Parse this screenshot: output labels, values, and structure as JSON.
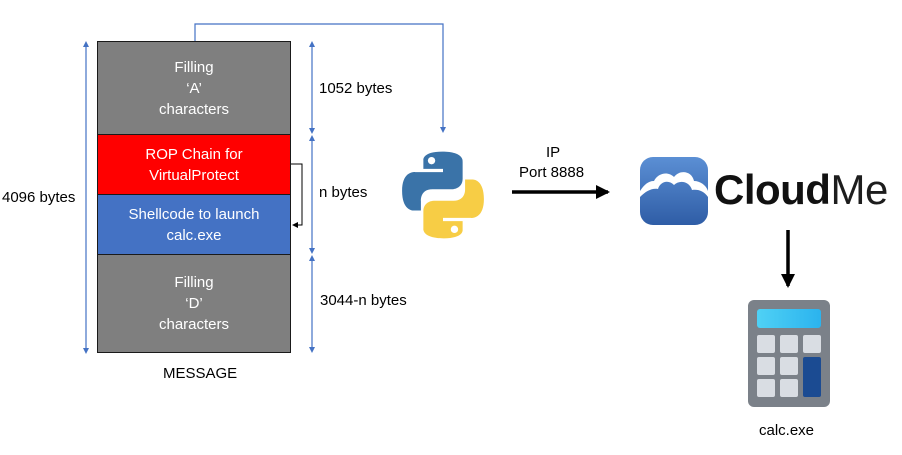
{
  "diagram": {
    "message": {
      "caption": "MESSAGE",
      "total_label": "4096 bytes",
      "segments": [
        {
          "name": "filling-a",
          "lines": [
            "Filling",
            "‘A’",
            "characters"
          ],
          "color": "#7f7f7f",
          "size_label": "1052 bytes"
        },
        {
          "name": "rop-chain",
          "lines": [
            "ROP Chain for",
            "VirtualProtect"
          ],
          "color": "#ff0000"
        },
        {
          "name": "shellcode",
          "lines": [
            "Shellcode to launch",
            "calc.exe"
          ],
          "color": "#4472c4"
        },
        {
          "name": "filling-d",
          "lines": [
            "Filling",
            "‘D’",
            "characters"
          ],
          "color": "#7f7f7f",
          "size_label": "3044-n bytes"
        }
      ],
      "rop_shellcode_size_label": "n bytes"
    },
    "connection": {
      "line1": "IP",
      "line2": "Port 8888"
    },
    "python": {
      "icon": "python-logo-icon",
      "colors": {
        "blue": "#3a73a8",
        "yellow": "#f7cd45"
      }
    },
    "cloudme": {
      "icon": "cloudme-logo-icon",
      "name_bold": "Cloud",
      "name_light": "Me",
      "color": "#3f6eb5"
    },
    "calc": {
      "icon": "calculator-icon",
      "label": "calc.exe"
    },
    "colors": {
      "dimension_line": "#4472c4",
      "arrow": "#000000"
    }
  }
}
